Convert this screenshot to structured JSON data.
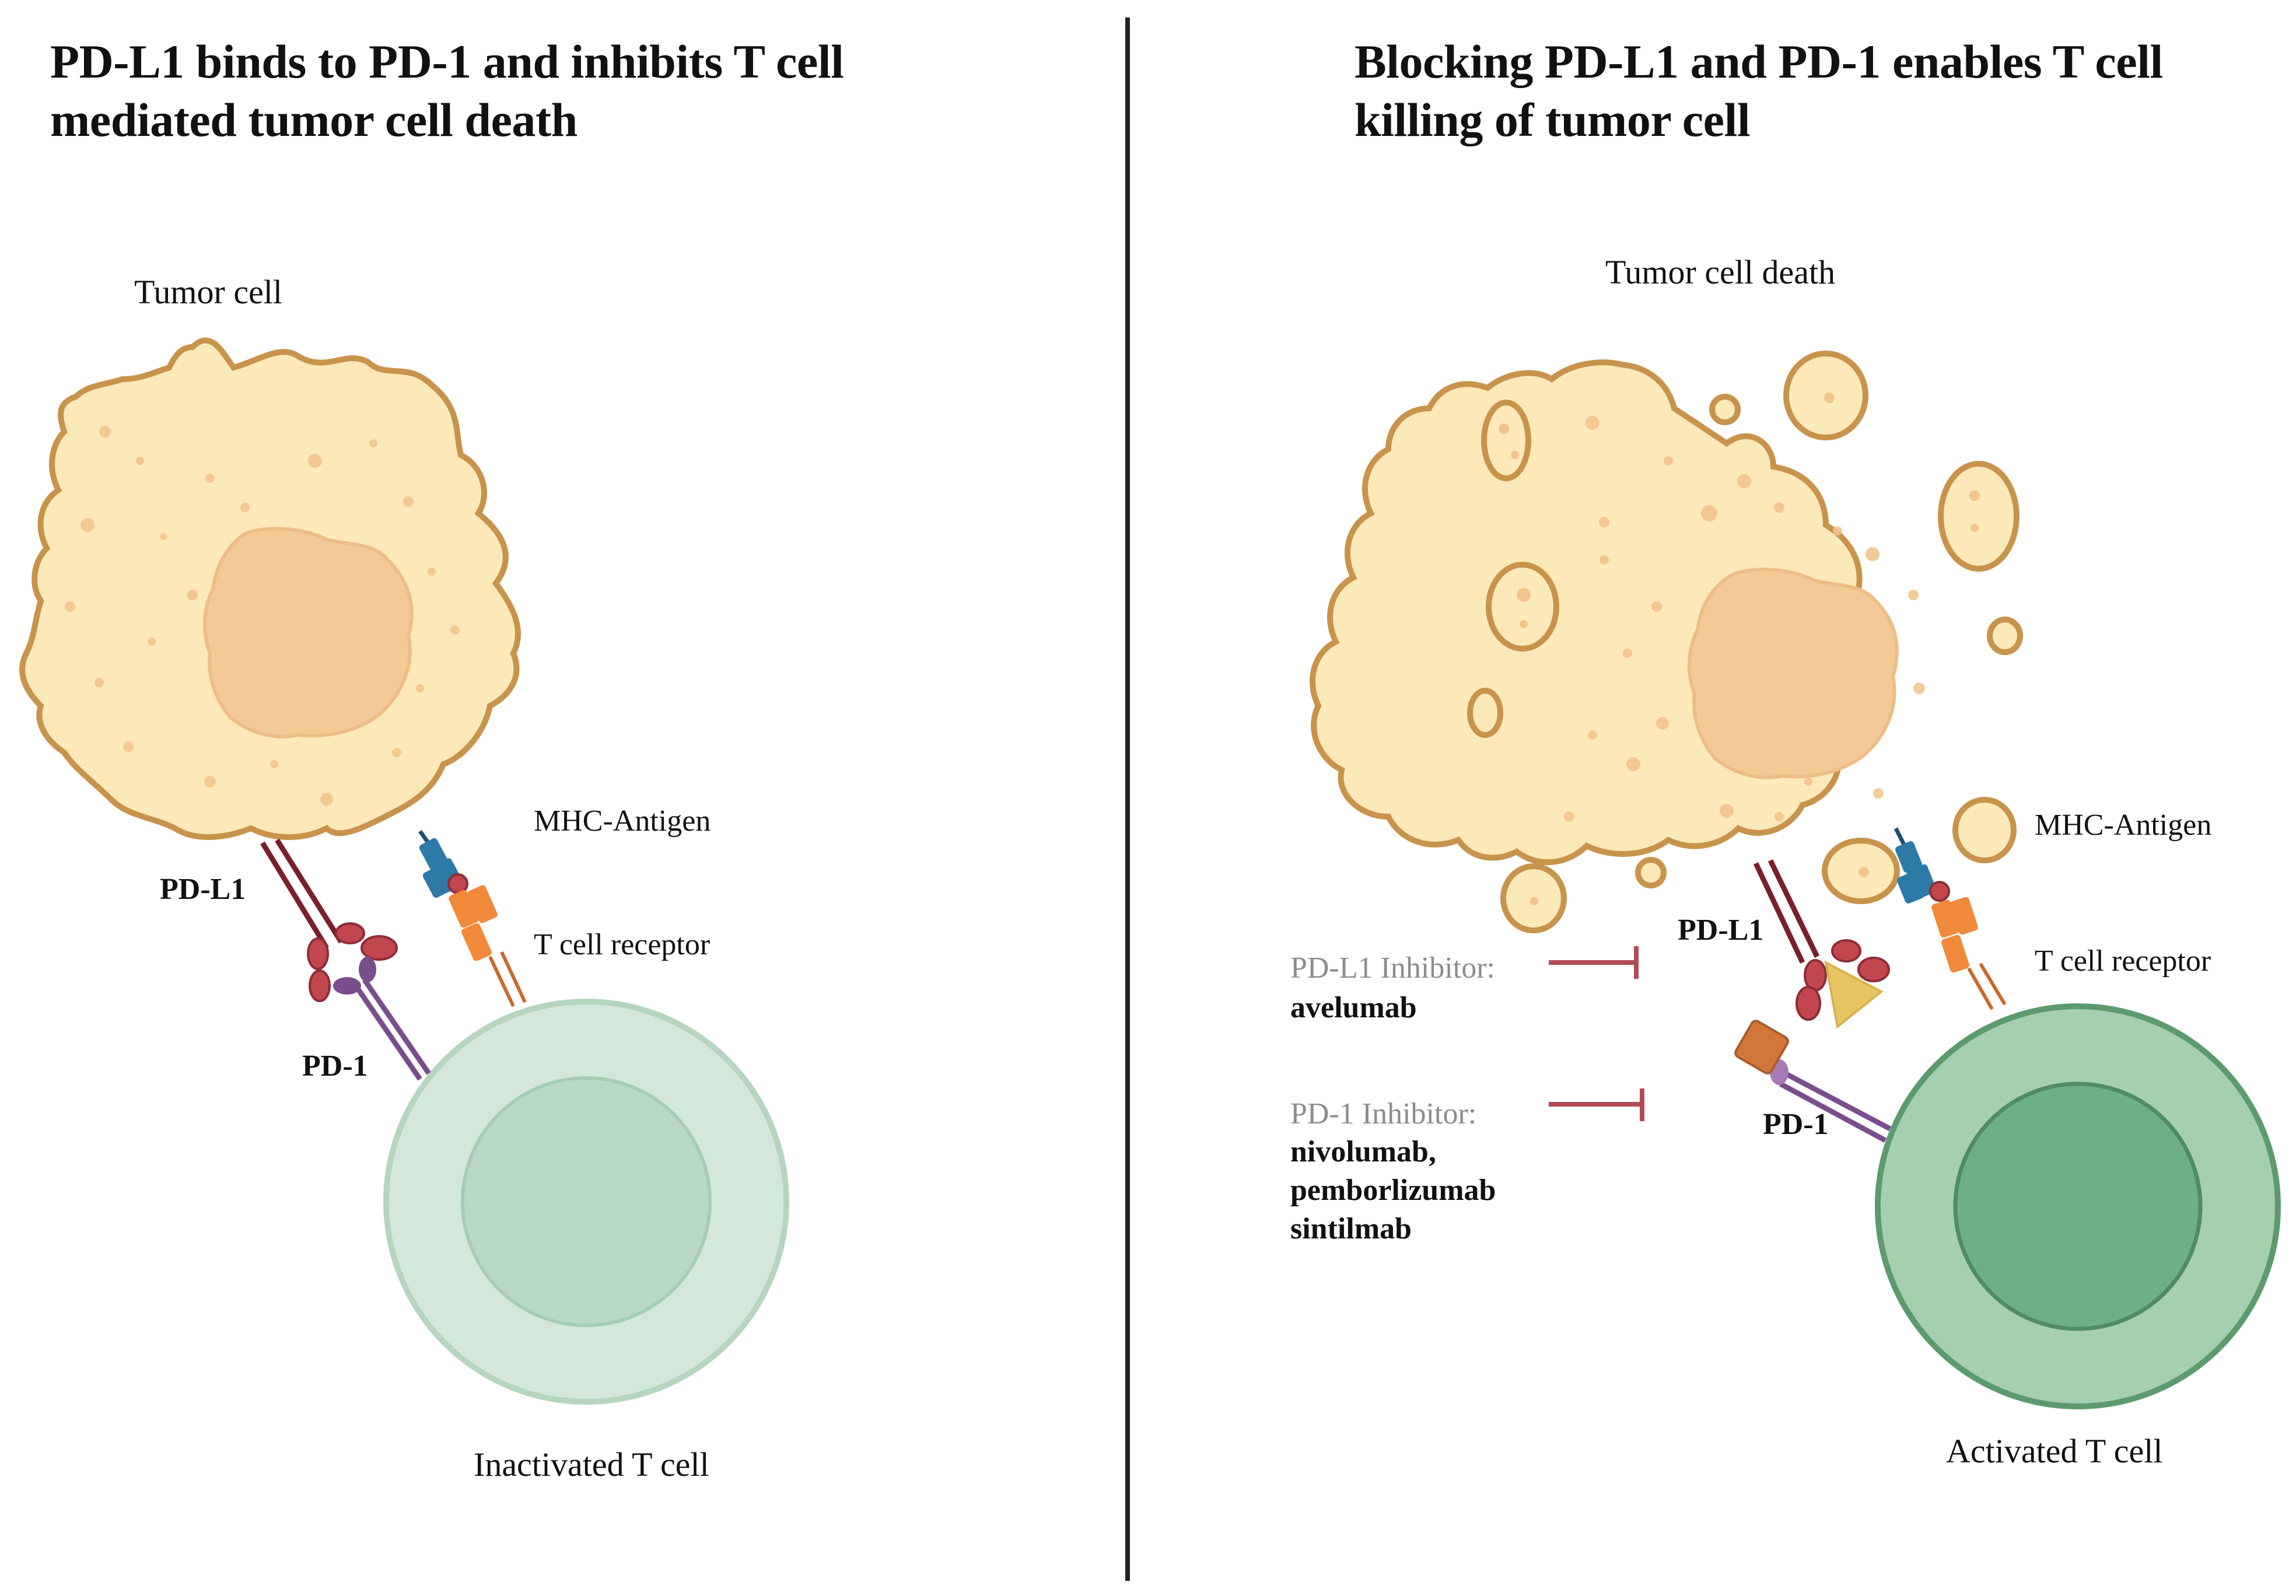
{
  "left_panel": {
    "title_line1": "PD-L1 binds to PD-1 and inhibits T cell",
    "title_line2": "mediated tumor cell death",
    "tumor_label": "Tumor cell",
    "mhc_label": "MHC-Antigen",
    "pdl1_label": "PD-L1",
    "tcr_label": "T cell receptor",
    "pd1_label": "PD-1",
    "tcell_label": "Inactivated T cell"
  },
  "right_panel": {
    "title_line1": "Blocking PD-L1 and PD-1 enables T cell",
    "title_line2": "killing of tumor cell",
    "tumor_label": "Tumor cell death",
    "mhc_label": "MHC-Antigen",
    "pdl1_label": "PD-L1",
    "tcr_label": "T cell receptor",
    "pd1_label": "PD-1",
    "tcell_label": "Activated T cell",
    "pdl1_inhibitor_heading": "PD-L1 Inhibitor:",
    "pdl1_inhibitor_drugs": "avelumab",
    "pd1_inhibitor_heading": "PD-1 Inhibitor:",
    "pd1_inhibitor_drugs": [
      "nivolumab,",
      "pemborlizumab",
      "sintilmab"
    ]
  },
  "colors": {
    "tumor_fill": "#fbe9b7",
    "tumor_outline": "#c8934b",
    "nucleus_fill": "#f4c995",
    "inactive_tcell": "#d3e8da",
    "active_tcell": "#a5cfae",
    "active_nucleus": "#6db087",
    "mhc_blue": "#2c7aa5",
    "tcr_orange": "#f08a3a",
    "pdl1_red": "#c2464e",
    "pd1_purple": "#7a4d8e",
    "inhibitor_line": "#b04a55",
    "antibody_yellow": "#e6c35a",
    "antibody_orange": "#d2763a"
  }
}
